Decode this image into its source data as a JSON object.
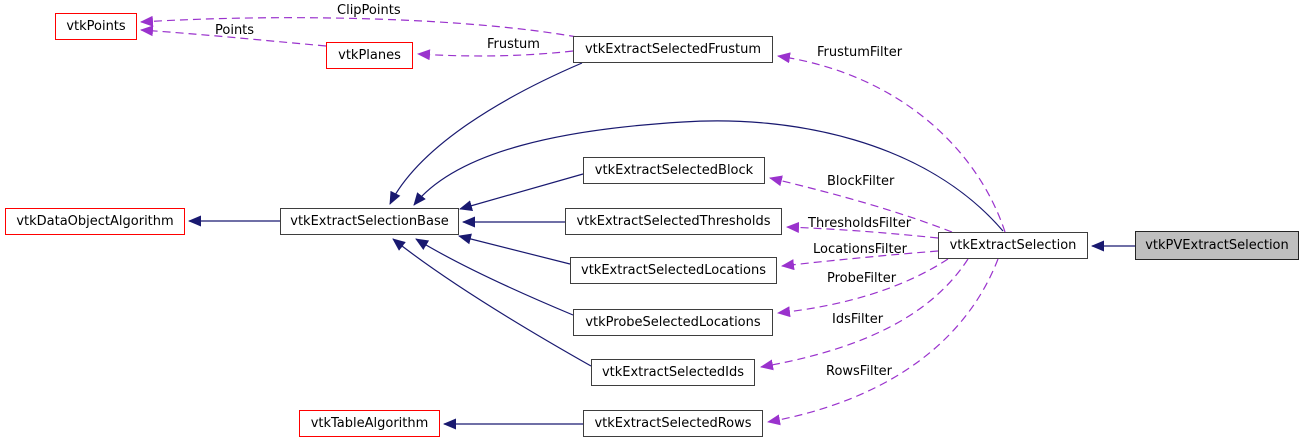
{
  "diagram": {
    "type": "doxygen-collaboration-graph",
    "focus_class": "vtkPVExtractSelection"
  },
  "colors": {
    "inheritance_edge": "#191970",
    "aggregation_edge": "#9a32cd",
    "node_border": "#3e3e3e",
    "highlight_node_border": "#ff0000",
    "focus_node_fill": "#bfbfbf",
    "background": "#ffffff",
    "text": "#000000"
  },
  "nodes": [
    {
      "id": "vtkPoints",
      "label": "vtkPoints",
      "style": "red"
    },
    {
      "id": "vtkPlanes",
      "label": "vtkPlanes",
      "style": "red"
    },
    {
      "id": "vtkExtractSelectedFrustum",
      "label": "vtkExtractSelectedFrustum",
      "style": "plain"
    },
    {
      "id": "vtkExtractSelectedBlock",
      "label": "vtkExtractSelectedBlock",
      "style": "plain"
    },
    {
      "id": "vtkExtractSelectedThresholds",
      "label": "vtkExtractSelectedThresholds",
      "style": "plain"
    },
    {
      "id": "vtkExtractSelectedLocations",
      "label": "vtkExtractSelectedLocations",
      "style": "plain"
    },
    {
      "id": "vtkProbeSelectedLocations",
      "label": "vtkProbeSelectedLocations",
      "style": "plain"
    },
    {
      "id": "vtkExtractSelectedIds",
      "label": "vtkExtractSelectedIds",
      "style": "plain"
    },
    {
      "id": "vtkExtractSelectedRows",
      "label": "vtkExtractSelectedRows",
      "style": "plain"
    },
    {
      "id": "vtkDataObjectAlgorithm",
      "label": "vtkDataObjectAlgorithm",
      "style": "red"
    },
    {
      "id": "vtkExtractSelectionBase",
      "label": "vtkExtractSelectionBase",
      "style": "plain"
    },
    {
      "id": "vtkTableAlgorithm",
      "label": "vtkTableAlgorithm",
      "style": "red"
    },
    {
      "id": "vtkExtractSelection",
      "label": "vtkExtractSelection",
      "style": "plain"
    },
    {
      "id": "vtkPVExtractSelection",
      "label": "vtkPVExtractSelection",
      "style": "focus"
    }
  ],
  "edges": [
    {
      "from": "vtkExtractSelectedFrustum",
      "to": "vtkPoints",
      "type": "aggregation",
      "label": "ClipPoints"
    },
    {
      "from": "vtkPlanes",
      "to": "vtkPoints",
      "type": "aggregation",
      "label": "Points"
    },
    {
      "from": "vtkExtractSelectedFrustum",
      "to": "vtkPlanes",
      "type": "aggregation",
      "label": "Frustum"
    },
    {
      "from": "vtkExtractSelection",
      "to": "vtkExtractSelectedFrustum",
      "type": "aggregation",
      "label": "FrustumFilter"
    },
    {
      "from": "vtkExtractSelection",
      "to": "vtkExtractSelectedBlock",
      "type": "aggregation",
      "label": "BlockFilter"
    },
    {
      "from": "vtkExtractSelection",
      "to": "vtkExtractSelectedThresholds",
      "type": "aggregation",
      "label": "ThresholdsFilter"
    },
    {
      "from": "vtkExtractSelection",
      "to": "vtkExtractSelectedLocations",
      "type": "aggregation",
      "label": "LocationsFilter"
    },
    {
      "from": "vtkExtractSelection",
      "to": "vtkProbeSelectedLocations",
      "type": "aggregation",
      "label": "ProbeFilter"
    },
    {
      "from": "vtkExtractSelection",
      "to": "vtkExtractSelectedIds",
      "type": "aggregation",
      "label": "IdsFilter"
    },
    {
      "from": "vtkExtractSelection",
      "to": "vtkExtractSelectedRows",
      "type": "aggregation",
      "label": "RowsFilter"
    },
    {
      "from": "vtkExtractSelectionBase",
      "to": "vtkDataObjectAlgorithm",
      "type": "inheritance",
      "label": ""
    },
    {
      "from": "vtkExtractSelectedFrustum",
      "to": "vtkExtractSelectionBase",
      "type": "inheritance",
      "label": ""
    },
    {
      "from": "vtkExtractSelectedBlock",
      "to": "vtkExtractSelectionBase",
      "type": "inheritance",
      "label": ""
    },
    {
      "from": "vtkExtractSelectedThresholds",
      "to": "vtkExtractSelectionBase",
      "type": "inheritance",
      "label": ""
    },
    {
      "from": "vtkExtractSelectedLocations",
      "to": "vtkExtractSelectionBase",
      "type": "inheritance",
      "label": ""
    },
    {
      "from": "vtkProbeSelectedLocations",
      "to": "vtkExtractSelectionBase",
      "type": "inheritance",
      "label": ""
    },
    {
      "from": "vtkExtractSelectedIds",
      "to": "vtkExtractSelectionBase",
      "type": "inheritance",
      "label": ""
    },
    {
      "from": "vtkExtractSelection",
      "to": "vtkExtractSelectionBase",
      "type": "inheritance",
      "label": ""
    },
    {
      "from": "vtkExtractSelectedRows",
      "to": "vtkTableAlgorithm",
      "type": "inheritance",
      "label": ""
    },
    {
      "from": "vtkPVExtractSelection",
      "to": "vtkExtractSelection",
      "type": "inheritance",
      "label": ""
    }
  ]
}
